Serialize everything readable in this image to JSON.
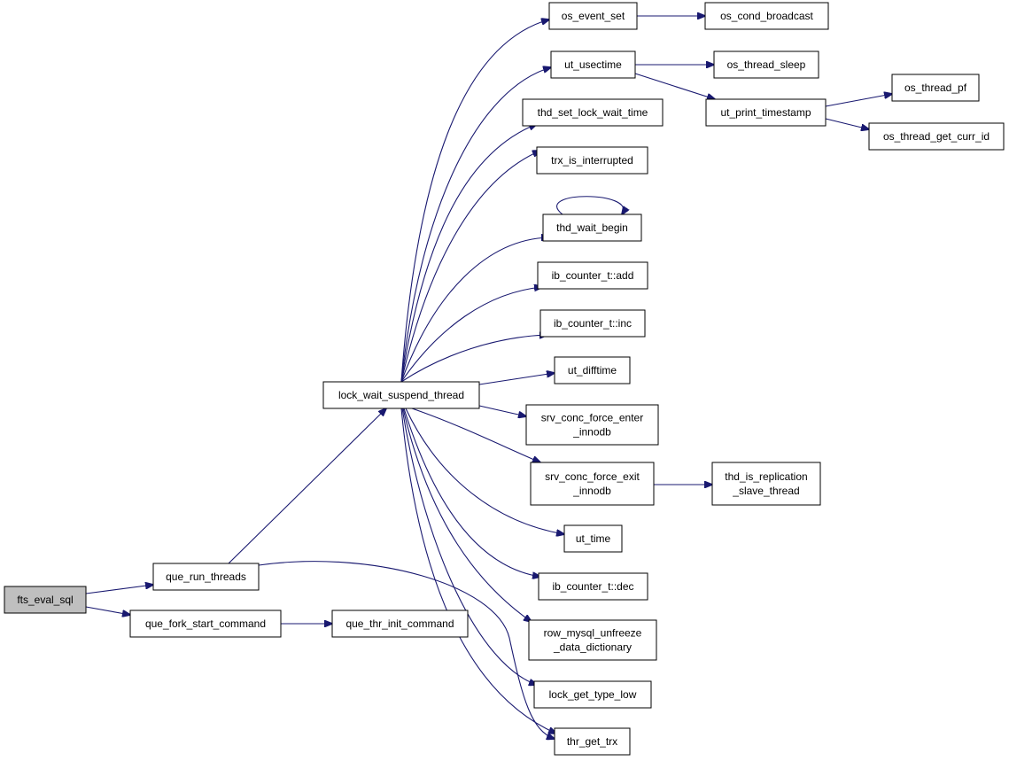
{
  "graph": {
    "edge_color": "#191970",
    "root_fill": "#bfbfbf",
    "node_fill": "#ffffff",
    "nodes": [
      {
        "id": "fts_eval_sql",
        "lines": [
          "fts_eval_sql"
        ],
        "root": true
      },
      {
        "id": "que_run_threads",
        "lines": [
          "que_run_threads"
        ]
      },
      {
        "id": "que_fork_start_command",
        "lines": [
          "que_fork_start_command"
        ]
      },
      {
        "id": "que_thr_init_command",
        "lines": [
          "que_thr_init_command"
        ]
      },
      {
        "id": "lock_wait_suspend_thread",
        "lines": [
          "lock_wait_suspend_thread"
        ]
      },
      {
        "id": "os_event_set",
        "lines": [
          "os_event_set"
        ]
      },
      {
        "id": "os_cond_broadcast",
        "lines": [
          "os_cond_broadcast"
        ]
      },
      {
        "id": "ut_usectime",
        "lines": [
          "ut_usectime"
        ]
      },
      {
        "id": "os_thread_sleep",
        "lines": [
          "os_thread_sleep"
        ]
      },
      {
        "id": "ut_print_timestamp",
        "lines": [
          "ut_print_timestamp"
        ]
      },
      {
        "id": "os_thread_pf",
        "lines": [
          "os_thread_pf"
        ]
      },
      {
        "id": "os_thread_get_curr_id",
        "lines": [
          "os_thread_get_curr_id"
        ]
      },
      {
        "id": "thd_set_lock_wait_time",
        "lines": [
          "thd_set_lock_wait_time"
        ]
      },
      {
        "id": "trx_is_interrupted",
        "lines": [
          "trx_is_interrupted"
        ]
      },
      {
        "id": "thd_wait_begin",
        "lines": [
          "thd_wait_begin"
        ]
      },
      {
        "id": "ib_counter_t_add",
        "lines": [
          "ib_counter_t::add"
        ]
      },
      {
        "id": "ib_counter_t_inc",
        "lines": [
          "ib_counter_t::inc"
        ]
      },
      {
        "id": "ut_difftime",
        "lines": [
          "ut_difftime"
        ]
      },
      {
        "id": "srv_conc_force_enter_innodb",
        "lines": [
          "srv_conc_force_enter",
          "_innodb"
        ]
      },
      {
        "id": "srv_conc_force_exit_innodb",
        "lines": [
          "srv_conc_force_exit",
          "_innodb"
        ]
      },
      {
        "id": "thd_is_replication_slave_thread",
        "lines": [
          "thd_is_replication",
          "_slave_thread"
        ]
      },
      {
        "id": "ut_time",
        "lines": [
          "ut_time"
        ]
      },
      {
        "id": "ib_counter_t_dec",
        "lines": [
          "ib_counter_t::dec"
        ]
      },
      {
        "id": "row_mysql_unfreeze_data_dictionary",
        "lines": [
          "row_mysql_unfreeze",
          "_data_dictionary"
        ]
      },
      {
        "id": "lock_get_type_low",
        "lines": [
          "lock_get_type_low"
        ]
      },
      {
        "id": "thr_get_trx",
        "lines": [
          "thr_get_trx"
        ]
      }
    ],
    "edges": [
      {
        "from": "fts_eval_sql",
        "to": "que_run_threads"
      },
      {
        "from": "fts_eval_sql",
        "to": "que_fork_start_command"
      },
      {
        "from": "que_fork_start_command",
        "to": "que_thr_init_command"
      },
      {
        "from": "que_run_threads",
        "to": "lock_wait_suspend_thread"
      },
      {
        "from": "que_run_threads",
        "to": "thr_get_trx"
      },
      {
        "from": "lock_wait_suspend_thread",
        "to": "os_event_set"
      },
      {
        "from": "lock_wait_suspend_thread",
        "to": "ut_usectime"
      },
      {
        "from": "lock_wait_suspend_thread",
        "to": "thd_set_lock_wait_time"
      },
      {
        "from": "lock_wait_suspend_thread",
        "to": "trx_is_interrupted"
      },
      {
        "from": "lock_wait_suspend_thread",
        "to": "thd_wait_begin"
      },
      {
        "from": "lock_wait_suspend_thread",
        "to": "ib_counter_t_add"
      },
      {
        "from": "lock_wait_suspend_thread",
        "to": "ib_counter_t_inc"
      },
      {
        "from": "lock_wait_suspend_thread",
        "to": "ut_difftime"
      },
      {
        "from": "lock_wait_suspend_thread",
        "to": "srv_conc_force_enter_innodb"
      },
      {
        "from": "lock_wait_suspend_thread",
        "to": "srv_conc_force_exit_innodb"
      },
      {
        "from": "lock_wait_suspend_thread",
        "to": "ut_time"
      },
      {
        "from": "lock_wait_suspend_thread",
        "to": "ib_counter_t_dec"
      },
      {
        "from": "lock_wait_suspend_thread",
        "to": "row_mysql_unfreeze_data_dictionary"
      },
      {
        "from": "lock_wait_suspend_thread",
        "to": "lock_get_type_low"
      },
      {
        "from": "lock_wait_suspend_thread",
        "to": "thr_get_trx"
      },
      {
        "from": "os_event_set",
        "to": "os_cond_broadcast"
      },
      {
        "from": "ut_usectime",
        "to": "os_thread_sleep"
      },
      {
        "from": "ut_usectime",
        "to": "ut_print_timestamp"
      },
      {
        "from": "ut_print_timestamp",
        "to": "os_thread_pf"
      },
      {
        "from": "ut_print_timestamp",
        "to": "os_thread_get_curr_id"
      },
      {
        "from": "thd_wait_begin",
        "to": "thd_wait_begin"
      },
      {
        "from": "srv_conc_force_exit_innodb",
        "to": "thd_is_replication_slave_thread"
      }
    ]
  }
}
